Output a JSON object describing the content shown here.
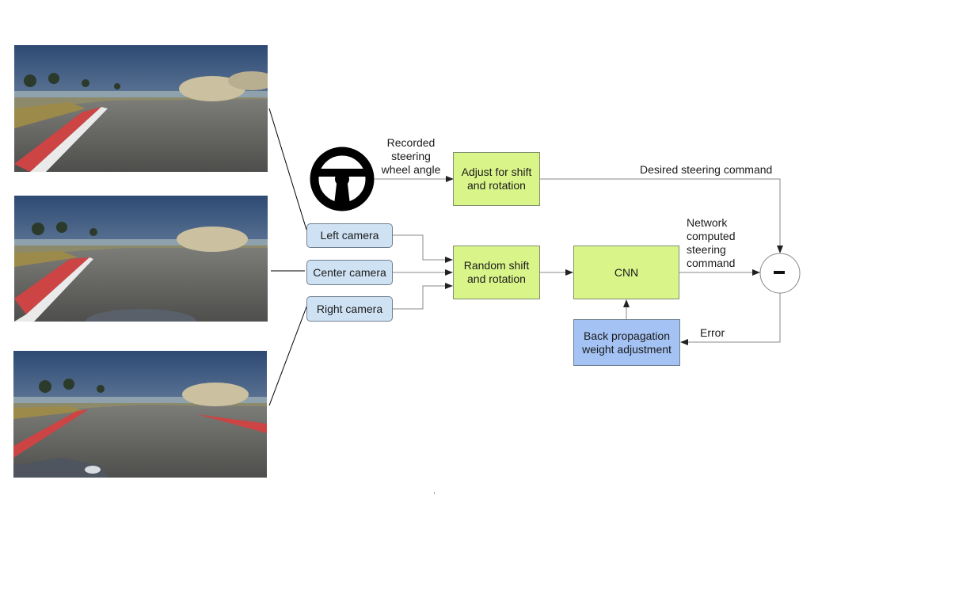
{
  "diagram": {
    "inputs": {
      "left_camera": "Left camera",
      "center_camera": "Center camera",
      "right_camera": "Right camera"
    },
    "steering_label": [
      "Recorded",
      "steering",
      "wheel angle"
    ],
    "blocks": {
      "adjust": "Adjust for shift\nand rotation",
      "random_shift": "Random shift\nand rotation",
      "cnn": "CNN",
      "backprop": "Back propagation\nweight adjustment"
    },
    "edge_labels": {
      "desired": "Desired steering command",
      "network": [
        "Network",
        "computed",
        "steering",
        "command"
      ],
      "error": "Error"
    },
    "subtract_symbol": "−",
    "photos": [
      "left-camera-view",
      "center-camera-view",
      "right-camera-view"
    ]
  },
  "colors": {
    "camera_box": "#cfe2f3",
    "process_box": "#d9f58a",
    "backprop_box": "#a4c2f4",
    "line": "#888888"
  }
}
